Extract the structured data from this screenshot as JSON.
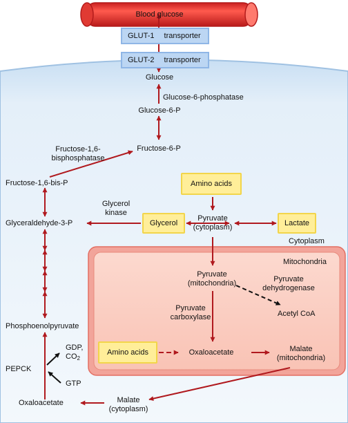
{
  "blood": {
    "label": "Blood glucose"
  },
  "transporters": [
    {
      "name": "GLUT-1",
      "label": "transporter"
    },
    {
      "name": "GLUT-2",
      "label": "transporter"
    }
  ],
  "metabolites": {
    "glucose": "Glucose",
    "g6p": "Glucose-6-P",
    "f6p": "Fructose-6-P",
    "f16bp": "Fructose-1,6-bis-P",
    "g3p": "Glyceraldehyde-3-P",
    "pep": "Phosphoenolpyruvate",
    "oaa_cyto": "Oxaloacetate",
    "malate_cyto": "Malate\n(cytoplasm)",
    "pyruvate_cyto": "Pyruvate\n(cytoplasm)",
    "pyruvate_mito": "Pyruvate\n(mitochondria)",
    "acetyl_coa": "Acetyl CoA",
    "oaa_mito": "Oxaloacetate",
    "malate_mito": "Malate\n(mitochondria)",
    "gdp": "GDP,\nCO",
    "gdp_sub": "2",
    "gtp": "GTP"
  },
  "enzymes": {
    "g6pase": "Glucose-6-phosphatase",
    "fbpase": "Fructose-1,6-\nbisphosphatase",
    "glycerol_kinase": "Glycerol\nkinase",
    "pepck": "PEPCK",
    "pdh": "Pyruvate\ndehydrogenase",
    "pc": "Pyruvate\ncarboxylase"
  },
  "inputs": {
    "amino_acids_top": "Amino acids",
    "glycerol": "Glycerol",
    "lactate": "Lactate",
    "amino_acids_mito": "Amino acids"
  },
  "compartments": {
    "cytoplasm": "Cytoplasm",
    "mitochondria": "Mitochondria"
  },
  "colors": {
    "arrow": "#b0191e",
    "vessel": "#e8322e",
    "cell_fill": "#d8e8f6",
    "mito_outer": "#f2a49a",
    "mito_inner": "#fbd3c9",
    "input_box": "#ffee99",
    "transporter": "#bcd6f3"
  }
}
